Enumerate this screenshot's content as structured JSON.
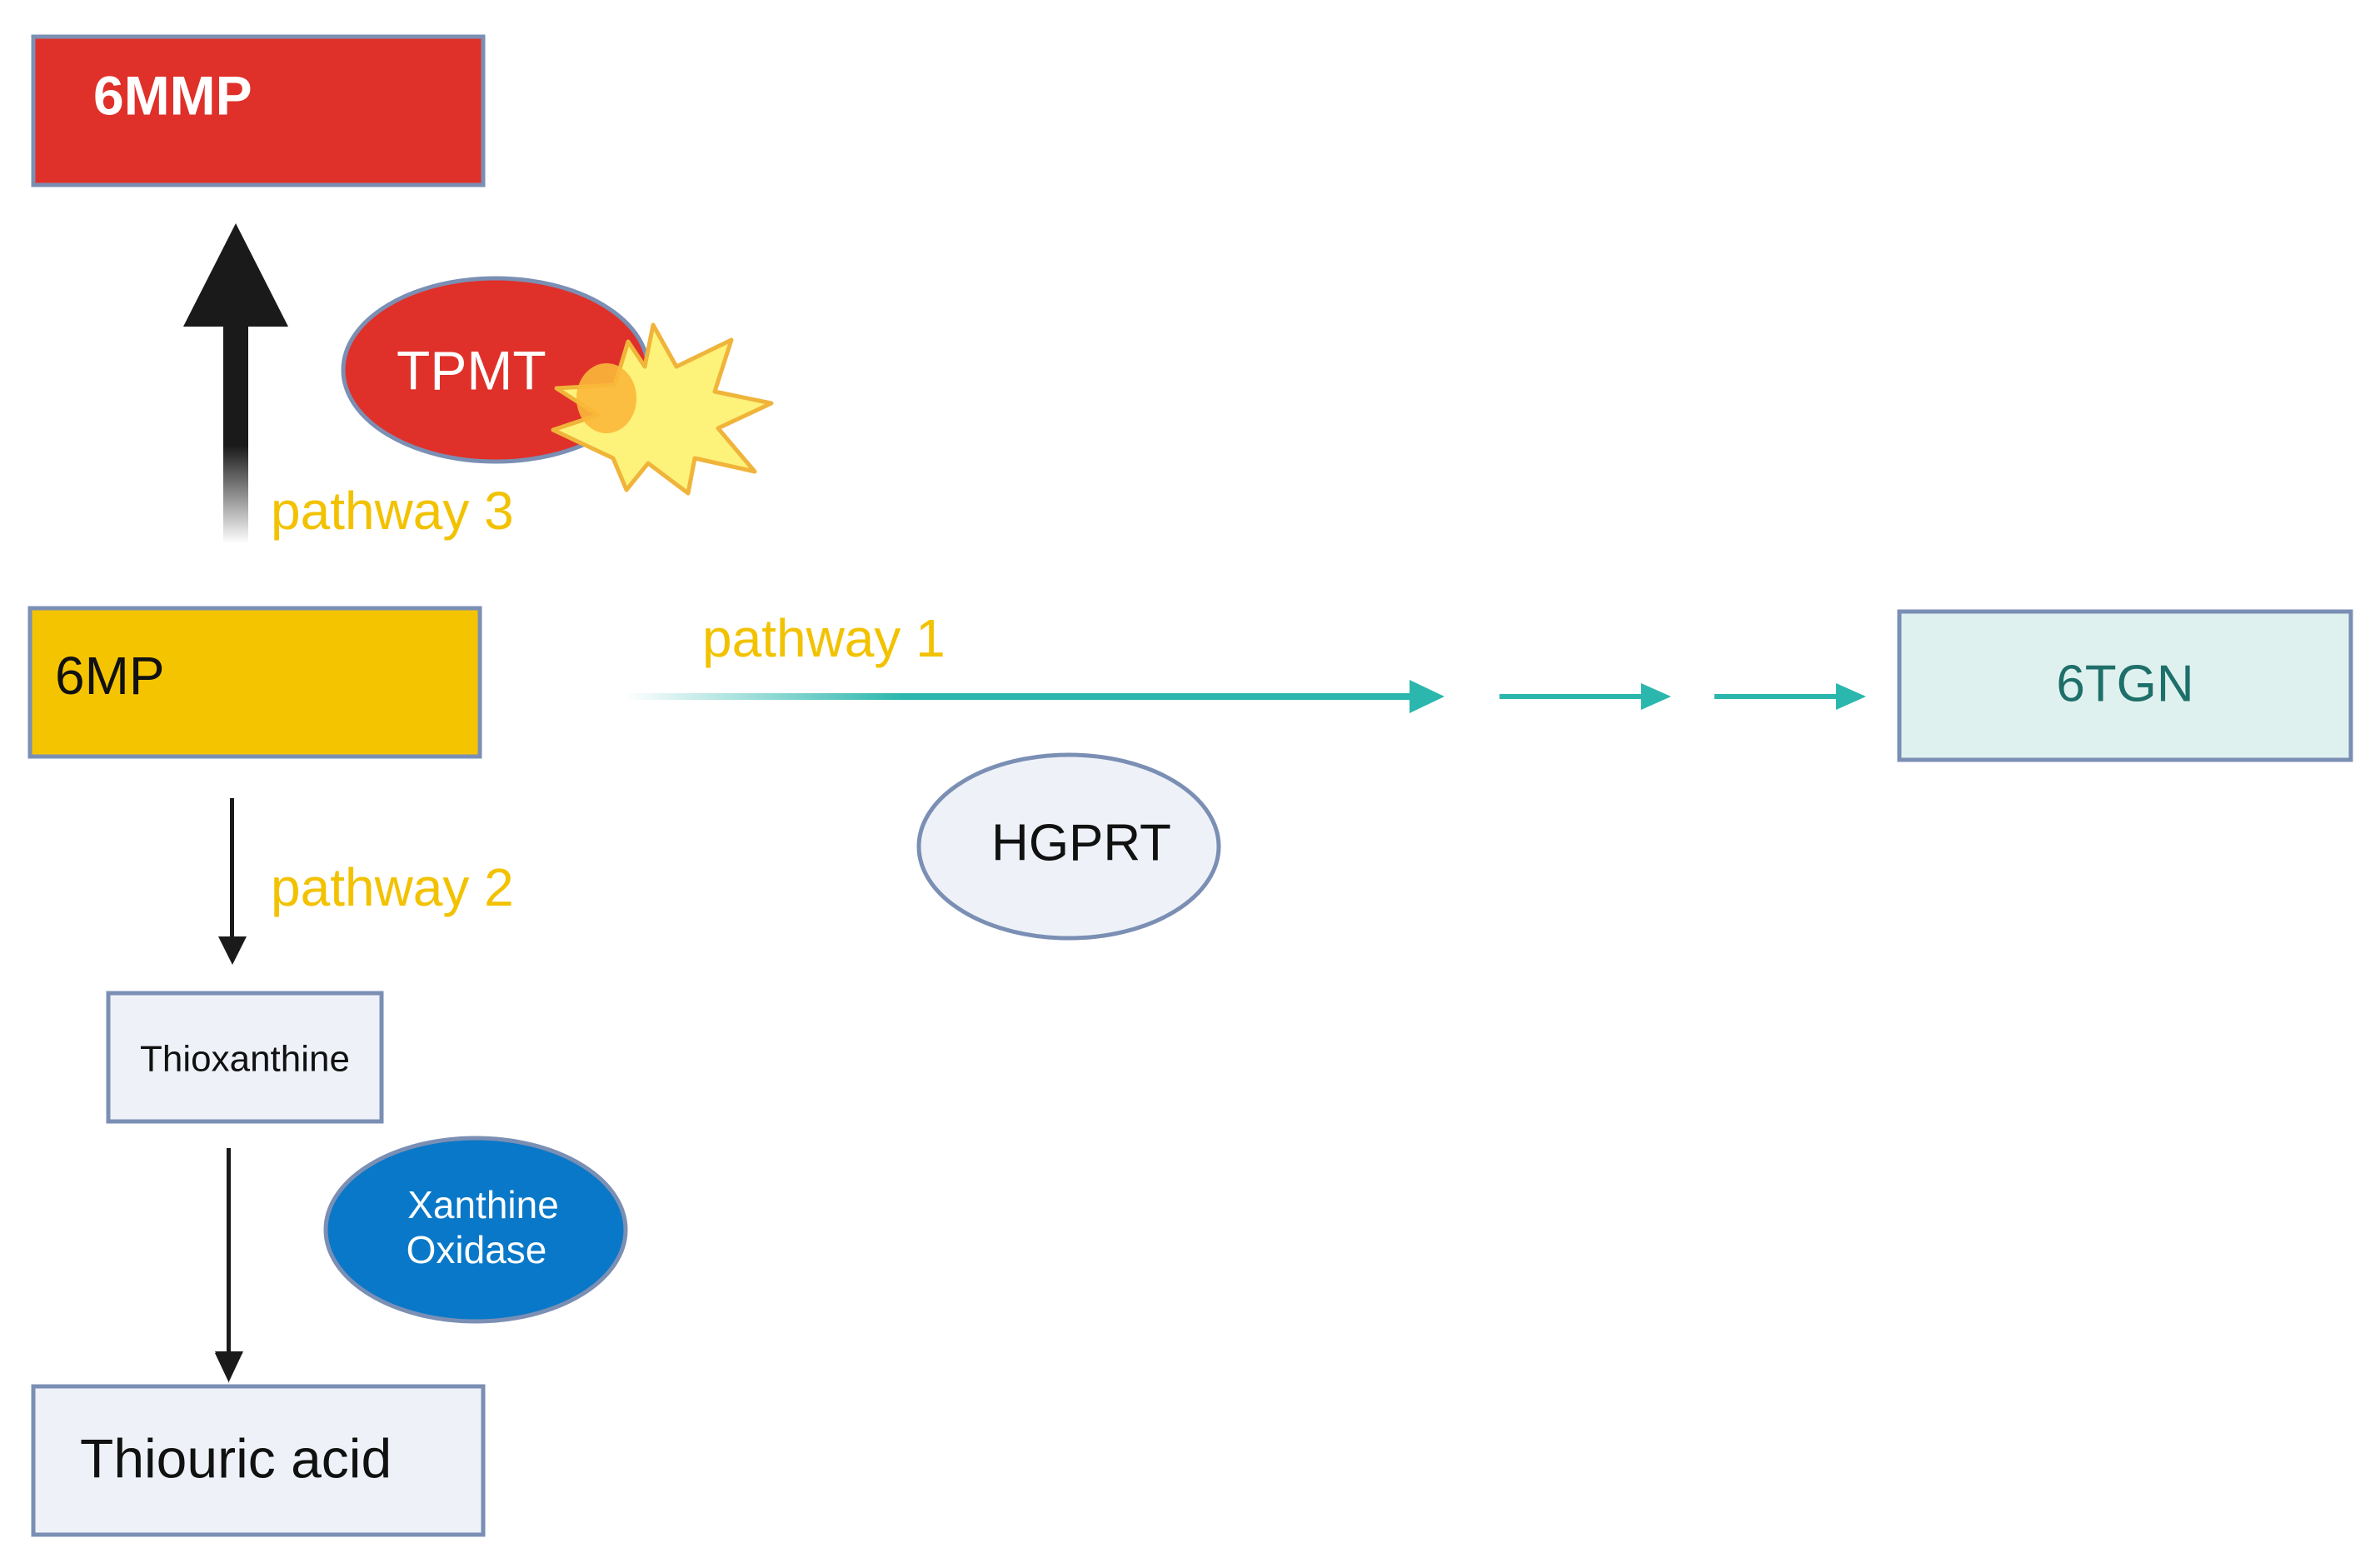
{
  "nodes": {
    "mmp": {
      "label": "6MMP"
    },
    "mp": {
      "label": "6MP"
    },
    "tgn": {
      "label": "6TGN"
    },
    "thioxanthine": {
      "label": "Thioxanthine"
    },
    "thiouric_acid": {
      "label": "Thiouric acid"
    }
  },
  "enzymes": {
    "tpmt": {
      "label": "TPMT"
    },
    "hgprt": {
      "label": "HGPRT"
    },
    "xanthine_oxidase": {
      "line1": "Xanthine",
      "line2": "Oxidase"
    }
  },
  "pathways": {
    "p1": {
      "label": "pathway 1"
    },
    "p2": {
      "label": "pathway 2"
    },
    "p3": {
      "label": "pathway 3"
    }
  },
  "colors": {
    "mmp_fill": "#e0302a",
    "mp_fill": "#f5c400",
    "tgn_fill": "#dff1ee",
    "tgn_text": "#1e6f6a",
    "pale_box_fill": "#eef2f8",
    "pathway_label": "#f2c200",
    "teal_arrow": "#2bb7ad",
    "tpmt_fill": "#e0302a",
    "xo_fill": "#0a78c8",
    "star_fill": "#fdf27a",
    "star_stroke": "#f0b43a"
  }
}
